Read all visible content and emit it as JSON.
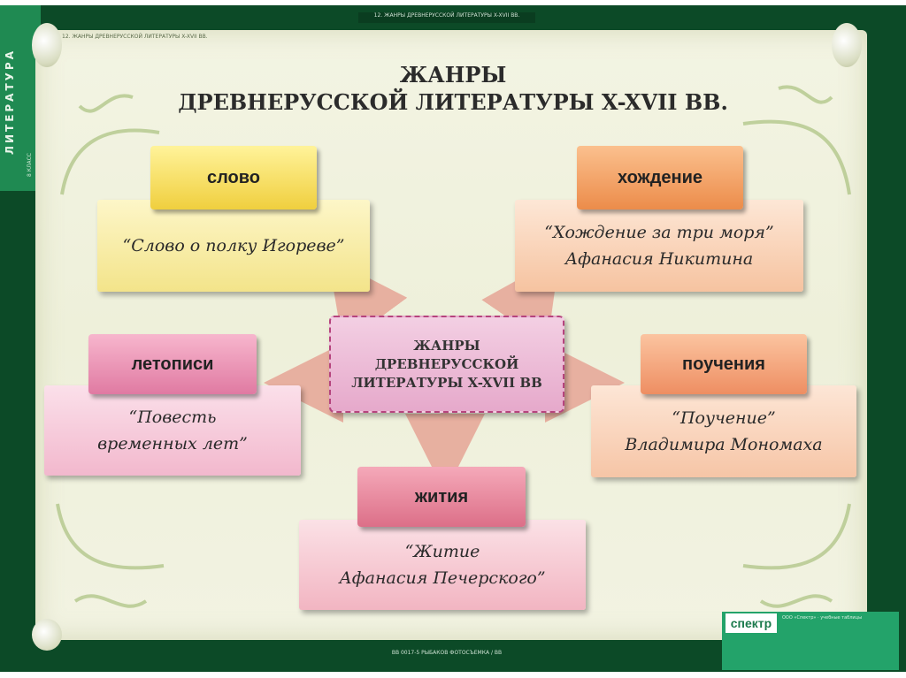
{
  "side": {
    "subject": "ЛИТЕРАТУРА",
    "grade": "8 КЛАСС"
  },
  "top_strip": "12. ЖАНРЫ ДРЕВНЕРУССКОЙ ЛИТЕРАТУРЫ X-XVII ВВ.",
  "scroll_header": "12. ЖАНРЫ ДРЕВНЕРУССКОЙ ЛИТЕРАТУРЫ X-XVII ВВ.",
  "title": {
    "line1": "ЖАНРЫ",
    "line2": "ДРЕВНЕРУССКОЙ ЛИТЕРАТУРЫ X-XVII ВВ."
  },
  "center": {
    "line1": "ЖАНРЫ",
    "line2": "ДРЕВНЕРУССКОЙ",
    "line3": "ЛИТЕРАТУРЫ X-XVII ВВ"
  },
  "genres": {
    "slovo": {
      "label": "слово",
      "work": "“Слово о полку Игореве”"
    },
    "khozhdenie": {
      "label": "хождение",
      "work_line1": "“Хождение за три моря”",
      "work_line2": "Афанасия Никитина"
    },
    "letopisi": {
      "label": "летописи",
      "work_line1": "“Повесть",
      "work_line2": "временных лет”"
    },
    "poucheniya": {
      "label": "поучения",
      "work_line1": "“Поучение”",
      "work_line2": "Владимира Мономаха"
    },
    "zhitiya": {
      "label": "жития",
      "work_line1": "“Житие",
      "work_line2": "Афанасия Печерского”"
    }
  },
  "bottom_strip": "ВВ 0017-5 РЫБАКОВ ФОТОСЪЕМКА / ВВ",
  "logo": {
    "brand": "спектр",
    "info": "ООО «Спектр» · учебные таблицы"
  },
  "colors": {
    "board": "#0c4a27",
    "yellow": "#f6e36a",
    "orange": "#f0a060",
    "pink": "#e98fb4",
    "center_border": "#b6447e"
  }
}
